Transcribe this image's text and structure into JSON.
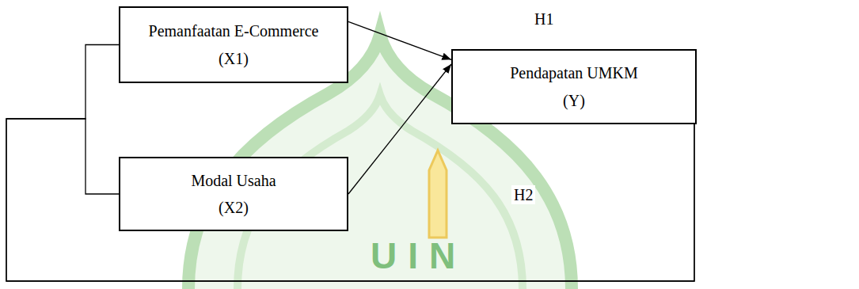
{
  "diagram": {
    "nodes": [
      {
        "text": [
          "Pemanfaatan E-Commerce",
          "(X1)"
        ]
      },
      {
        "text": [
          "Modal Usaha",
          "(X2)"
        ]
      },
      {
        "text": [
          "Pendapatan UMKM",
          "(Y)"
        ]
      }
    ],
    "edges": [
      {
        "from": 0,
        "to": 2,
        "arrow": "to",
        "label": "H1"
      },
      {
        "from": 1,
        "to": 2,
        "arrow": "to",
        "label": "H2"
      },
      {
        "from": 0,
        "to": 2,
        "arrow": "none"
      },
      {
        "from": 1,
        "to": 2,
        "arrow": "none"
      }
    ],
    "labels": [
      "UIN"
    ]
  }
}
